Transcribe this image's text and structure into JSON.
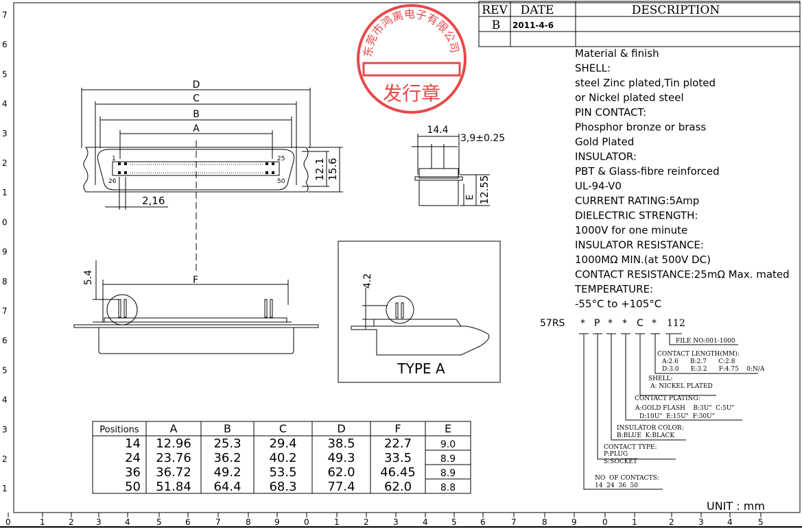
{
  "ruler": {
    "bottom": [
      "0",
      "1",
      "2",
      "3",
      "4",
      "5",
      "6",
      "7",
      "8",
      "9",
      "0",
      "1",
      "2",
      "3",
      "4",
      "5",
      "6",
      "7",
      "8",
      "9",
      "0",
      "1",
      "2",
      "3",
      "4",
      "5"
    ],
    "left": [
      "7",
      "6",
      "5",
      "4",
      "3",
      "2",
      "1",
      "0",
      "9",
      "8",
      "7",
      "6",
      "5",
      "4",
      "3",
      "2",
      "1"
    ]
  },
  "revision": {
    "headers": {
      "rev": "REV",
      "date": "DATE",
      "description": "DESCRIPTION"
    },
    "rows": [
      {
        "rev": "B",
        "date": "2011-4-6",
        "description": ""
      }
    ]
  },
  "specs": [
    "Material & finish",
    "SHELL:",
    "steel Zinc plated,Tin ploted",
    "or Nickel plated steel",
    "PIN CONTACT:",
    "Phosphor bronze or brass",
    "Gold Plated",
    "INSULATOR:",
    "PBT & Glass-fibre reinforced",
    "UL-94-V0",
    "CURRENT RATING:5Amp",
    "DIELECTRIC STRENGTH:",
    "1000V for one minute",
    "INSULATOR RESISTANCE:",
    "1000MΩ MIN.(at 500V DC)",
    "CONTACT RESISTANCE:25mΩ Max. mated",
    "TEMPERATURE:",
    "-55°C to +105°C"
  ],
  "part_code": {
    "prefix": "57RS",
    "symbols": [
      "*",
      "P",
      "*",
      "*",
      "C",
      "*",
      "112"
    ],
    "notes": {
      "file_no": "FILE NO:001-1000",
      "contact_length": [
        "CONTACT LENGTH(MM):",
        "A:2.6      B:2.7      C:2.8",
        "D:3.0      E:3.2      F:4.75    0:N/A"
      ],
      "shell": [
        "SHELL:",
        "A: NICKEL PLATED"
      ],
      "contact_plating": [
        "CONTACT PLATING:",
        "A:GOLD FLASH    B:3U\"  C:5U\"",
        "D:10U\"  E:15U\"  F:30U\""
      ],
      "insulator_color": [
        "INSULATOR COLOR:",
        "B:BLUE  K:BLACK"
      ],
      "contact_type": [
        "CONTACT TYPE:",
        "P:PLUG",
        "S:SOCKET"
      ],
      "contacts": [
        "NO  OF CONTACTS:",
        "14  24  36  50"
      ]
    }
  },
  "drawing": {
    "dims": {
      "D": "D",
      "C": "C",
      "B": "B",
      "A": "A",
      "F": "F",
      "pitch": "2,16",
      "h1": "12.1",
      "h2": "15.6",
      "side_w": "14.4",
      "side_pin": "3,9±0.25",
      "side_h": "12.55",
      "side_E": "E",
      "pin_h": "5.4",
      "typeA_pin": "4.2"
    },
    "pin_labels": [
      "1",
      "25",
      "26",
      "50"
    ],
    "type_a_label": "TYPE A"
  },
  "table": {
    "headers": [
      "Positions",
      "A",
      "B",
      "C",
      "D",
      "F",
      "E"
    ],
    "rows": [
      [
        "14",
        "12.96",
        "25.3",
        "29.4",
        "38.5",
        "22.7",
        "9.0"
      ],
      [
        "24",
        "23.76",
        "36.2",
        "40.2",
        "49.3",
        "33.5",
        "8.9"
      ],
      [
        "36",
        "36.72",
        "49.2",
        "53.5",
        "62.0",
        "46.45",
        "8.9"
      ],
      [
        "50",
        "51.84",
        "64.4",
        "68.3",
        "77.4",
        "62.0",
        "8.8"
      ]
    ]
  },
  "stamp": {
    "company": "东莞市鸿离电子有限公司",
    "text": "发行章",
    "color": "#e8484a"
  },
  "unit": "UNIT : mm"
}
